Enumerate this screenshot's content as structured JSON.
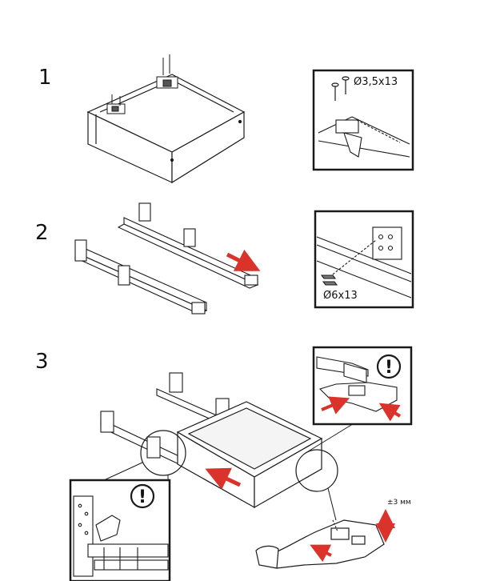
{
  "steps": [
    {
      "number": "1",
      "screw_label": "Ø3,5x13"
    },
    {
      "number": "2",
      "screw_label": "Ø6x13"
    },
    {
      "number": "3",
      "adjust_label": "±3 мм"
    }
  ],
  "warning_symbol": "!",
  "colors": {
    "line": "#1a1a1a",
    "arrow": "#d9332b",
    "panel_fill": "#ffffff",
    "shade": "#e8e8e8"
  },
  "icons": [
    "screw-icon",
    "warning-icon",
    "red-arrow-icon"
  ]
}
